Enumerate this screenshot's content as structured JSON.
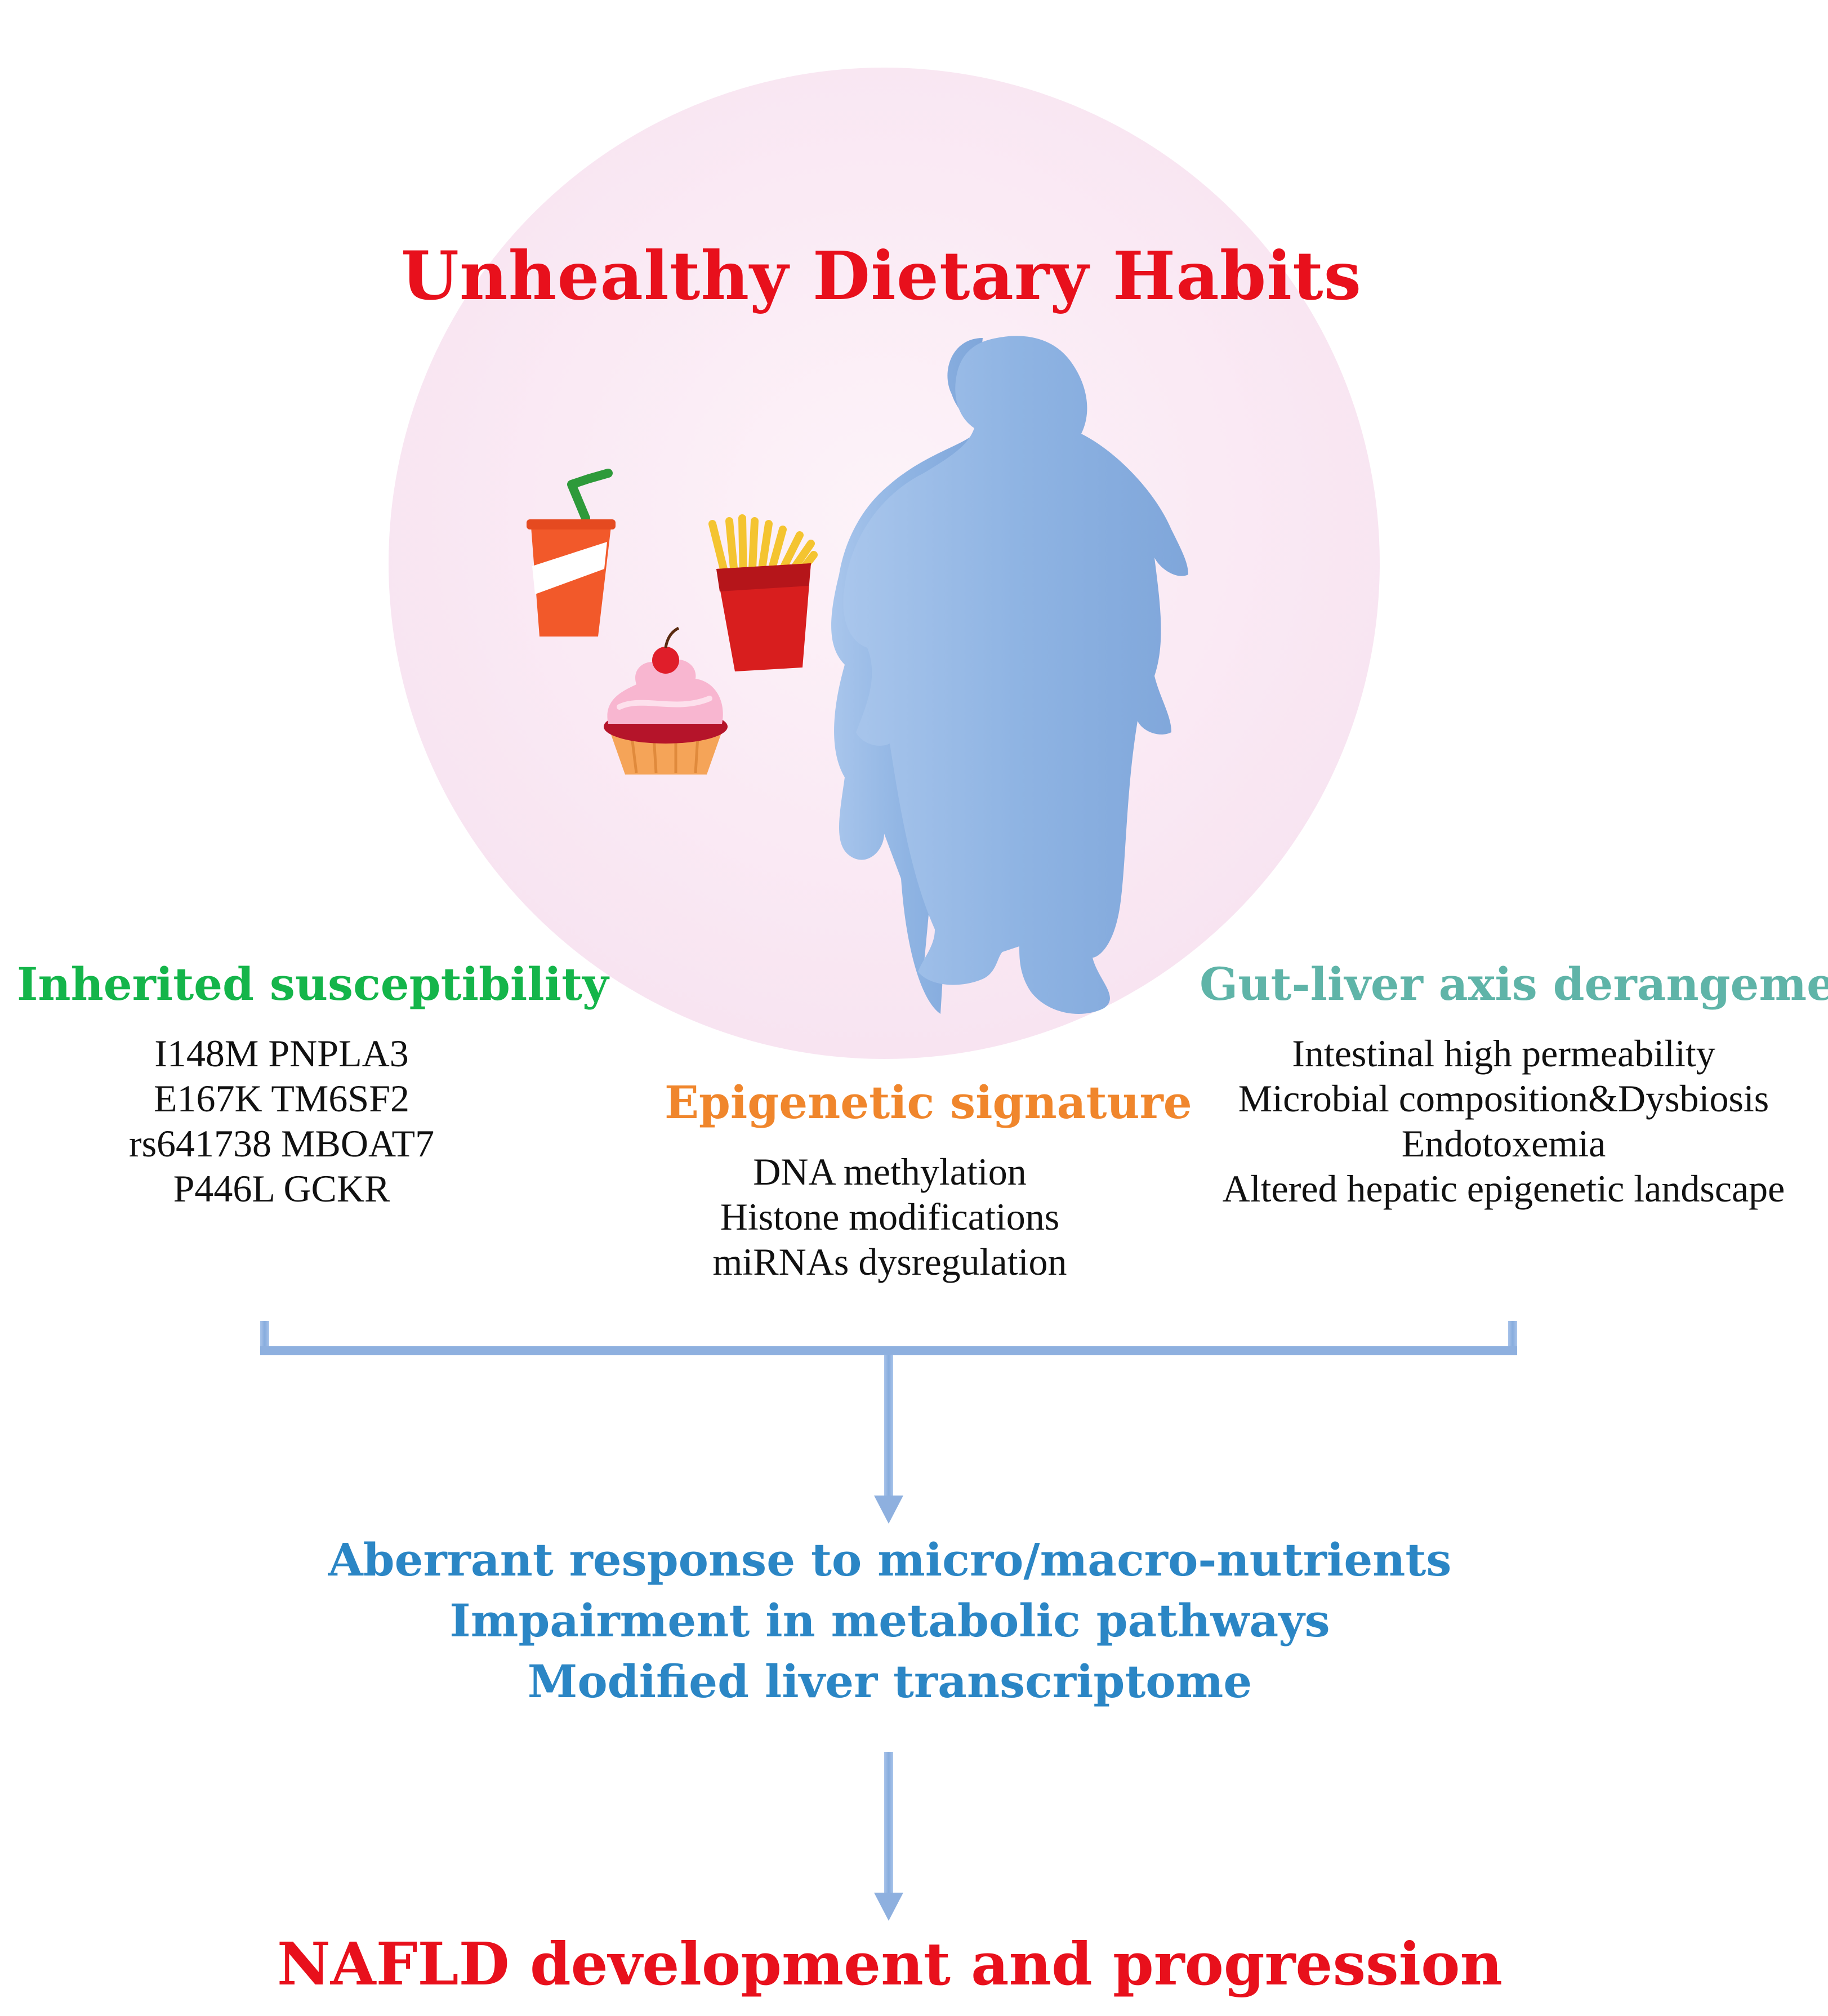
{
  "title": "Unhealthy Dietary Habits",
  "colors": {
    "title": "#e8101c",
    "inherited": "#14b54a",
    "epigenetic": "#f0862c",
    "gut": "#5fb4a8",
    "outcome": "#2b86c5",
    "arrows": "#8eb0df",
    "circle": "#fbeef6",
    "silhouette": "#8fb4e3"
  },
  "illustration": {
    "background": "pink-circle",
    "figure": "obese-person-silhouette",
    "foods": [
      "soda-cup-icon",
      "french-fries-icon",
      "cupcake-icon"
    ]
  },
  "factors": {
    "inherited": {
      "heading": "Inherited susceptibility",
      "items": [
        "I148M PNPLA3",
        "E167K TM6SF2",
        "rs641738 MBOAT7",
        "P446L GCKR"
      ]
    },
    "epigenetic": {
      "heading": "Epigenetic signature",
      "items": [
        "DNA methylation",
        "Histone modifications",
        "miRNAs dysregulation"
      ]
    },
    "gut": {
      "heading": "Gut-liver axis derangement",
      "items": [
        "Intestinal high permeability",
        "Microbial composition&Dysbiosis",
        "Endotoxemia",
        "Altered hepatic epigenetic landscape"
      ]
    }
  },
  "outcomes": [
    "Aberrant response to micro/macro-nutrients",
    "Impairment in metabolic pathways",
    "Modified liver transcriptome"
  ],
  "final": "NAFLD development and progression"
}
